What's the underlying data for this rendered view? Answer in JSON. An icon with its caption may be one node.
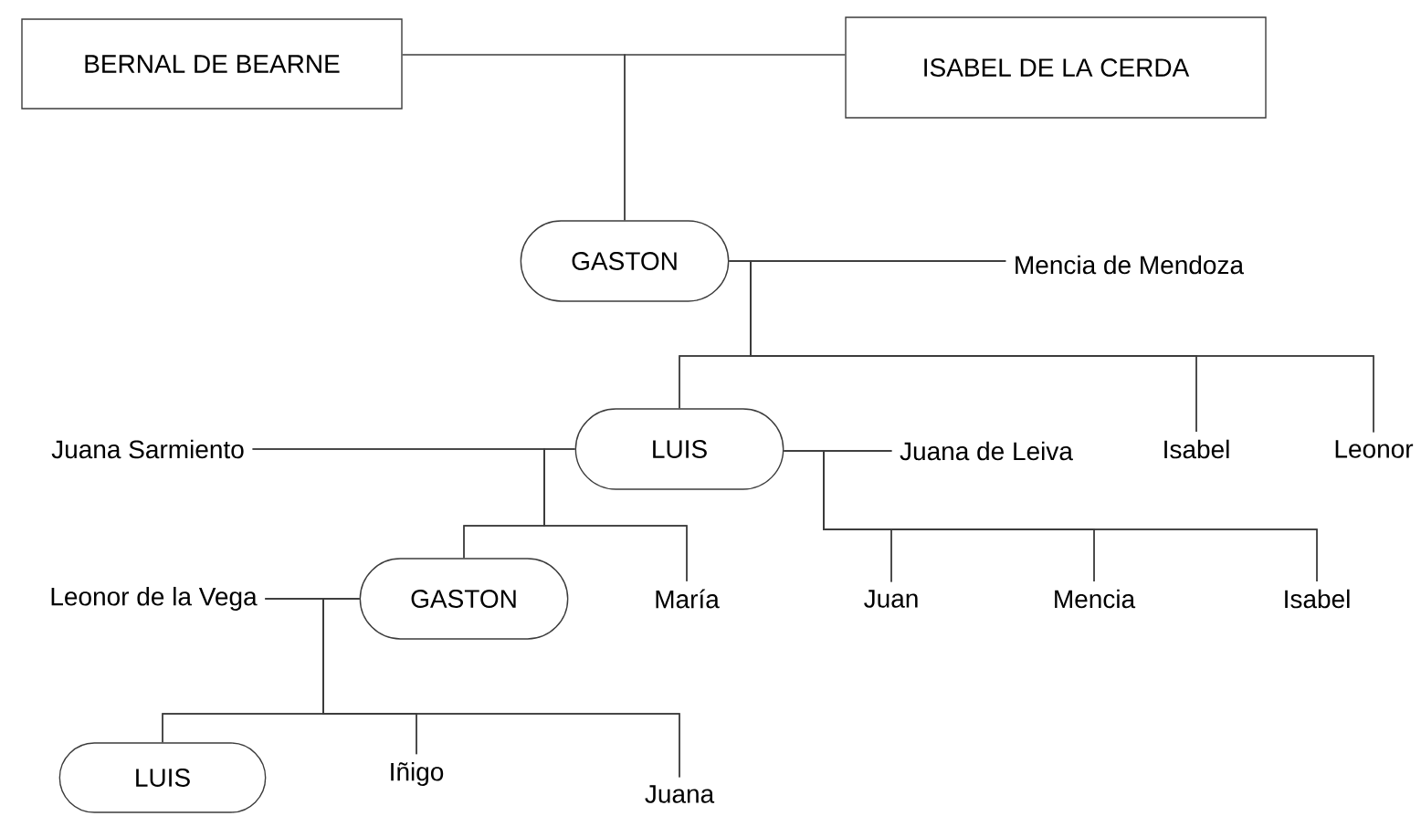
{
  "diagram": {
    "nodes": [
      {
        "text": [
          "BERNAL DE BEARNE"
        ]
      },
      {
        "text": [
          "ISABEL DE LA CERDA"
        ]
      },
      {
        "text": [
          "GASTON"
        ]
      },
      {
        "text": [
          "Mencia de Mendoza"
        ]
      },
      {
        "text": [
          "LUIS"
        ]
      },
      {
        "text": [
          "Isabel"
        ]
      },
      {
        "text": [
          "Leonor"
        ]
      },
      {
        "text": [
          "Juana Sarmiento"
        ]
      },
      {
        "text": [
          "Juana de Leiva"
        ]
      },
      {
        "text": [
          "GASTON"
        ]
      },
      {
        "text": [
          "María"
        ]
      },
      {
        "text": [
          "Juan"
        ]
      },
      {
        "text": [
          "Mencia"
        ]
      },
      {
        "text": [
          "Isabel"
        ]
      },
      {
        "text": [
          "Leonor de la Vega"
        ]
      },
      {
        "text": [
          "LUIS"
        ]
      },
      {
        "text": [
          "Iñigo"
        ]
      },
      {
        "text": [
          "Juana"
        ]
      }
    ],
    "edges": [
      {
        "from": 0,
        "to": 2,
        "arrow": "none"
      },
      {
        "from": 1,
        "to": 2,
        "arrow": "none"
      },
      {
        "from": 2,
        "to": 4,
        "arrow": "none"
      },
      {
        "from": 2,
        "to": 5,
        "arrow": "none"
      },
      {
        "from": 2,
        "to": 6,
        "arrow": "none"
      },
      {
        "from": 3,
        "to": 4,
        "arrow": "none"
      },
      {
        "from": 3,
        "to": 5,
        "arrow": "none"
      },
      {
        "from": 3,
        "to": 6,
        "arrow": "none"
      },
      {
        "from": 4,
        "to": 9,
        "arrow": "none"
      },
      {
        "from": 4,
        "to": 10,
        "arrow": "none"
      },
      {
        "from": 7,
        "to": 9,
        "arrow": "none"
      },
      {
        "from": 7,
        "to": 10,
        "arrow": "none"
      },
      {
        "from": 4,
        "to": 11,
        "arrow": "none"
      },
      {
        "from": 4,
        "to": 12,
        "arrow": "none"
      },
      {
        "from": 4,
        "to": 13,
        "arrow": "none"
      },
      {
        "from": 8,
        "to": 11,
        "arrow": "none"
      },
      {
        "from": 8,
        "to": 12,
        "arrow": "none"
      },
      {
        "from": 8,
        "to": 13,
        "arrow": "none"
      },
      {
        "from": 9,
        "to": 15,
        "arrow": "none"
      },
      {
        "from": 9,
        "to": 16,
        "arrow": "none"
      },
      {
        "from": 9,
        "to": 17,
        "arrow": "none"
      },
      {
        "from": 14,
        "to": 15,
        "arrow": "none"
      },
      {
        "from": 14,
        "to": 16,
        "arrow": "none"
      },
      {
        "from": 14,
        "to": 17,
        "arrow": "none"
      }
    ]
  }
}
